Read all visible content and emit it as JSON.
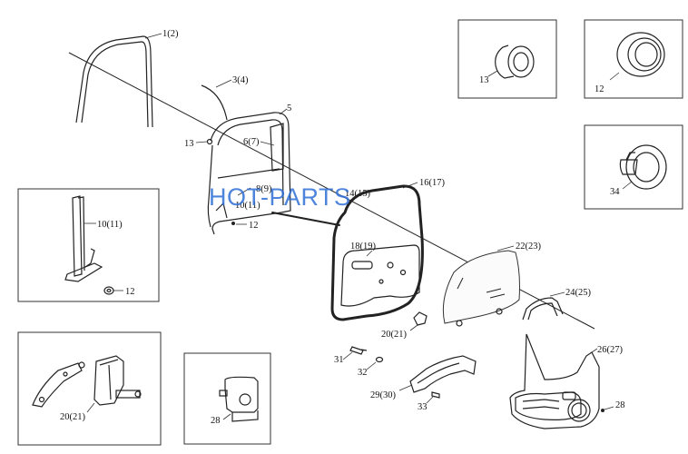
{
  "watermark": "HOT-PARTS",
  "labels": {
    "p1": "1(2)",
    "p3": "3(4)",
    "p5": "5",
    "p6": "6(7)",
    "p13a": "13",
    "p8": "8(9)",
    "p10": "10(11)",
    "p12a": "12",
    "p14": "14(15)",
    "p16": "16(17)",
    "p18": "18(19)",
    "p22": "22(23)",
    "p20a": "20(21)",
    "p24": "24(25)",
    "p26": "26(27)",
    "p31": "31",
    "p32": "32",
    "p29": "29(30)",
    "p33": "33",
    "p28a": "28",
    "inset_rail_10": "10(11)",
    "inset_rail_12": "12",
    "inset_hinge_20": "20(21)",
    "inset_clip_28": "28",
    "inset_cap_13": "13",
    "inset_grommet_12": "12",
    "inset_plug_34": "34"
  },
  "colors": {
    "watermark": "#2f6fd6",
    "line": "#222222"
  }
}
